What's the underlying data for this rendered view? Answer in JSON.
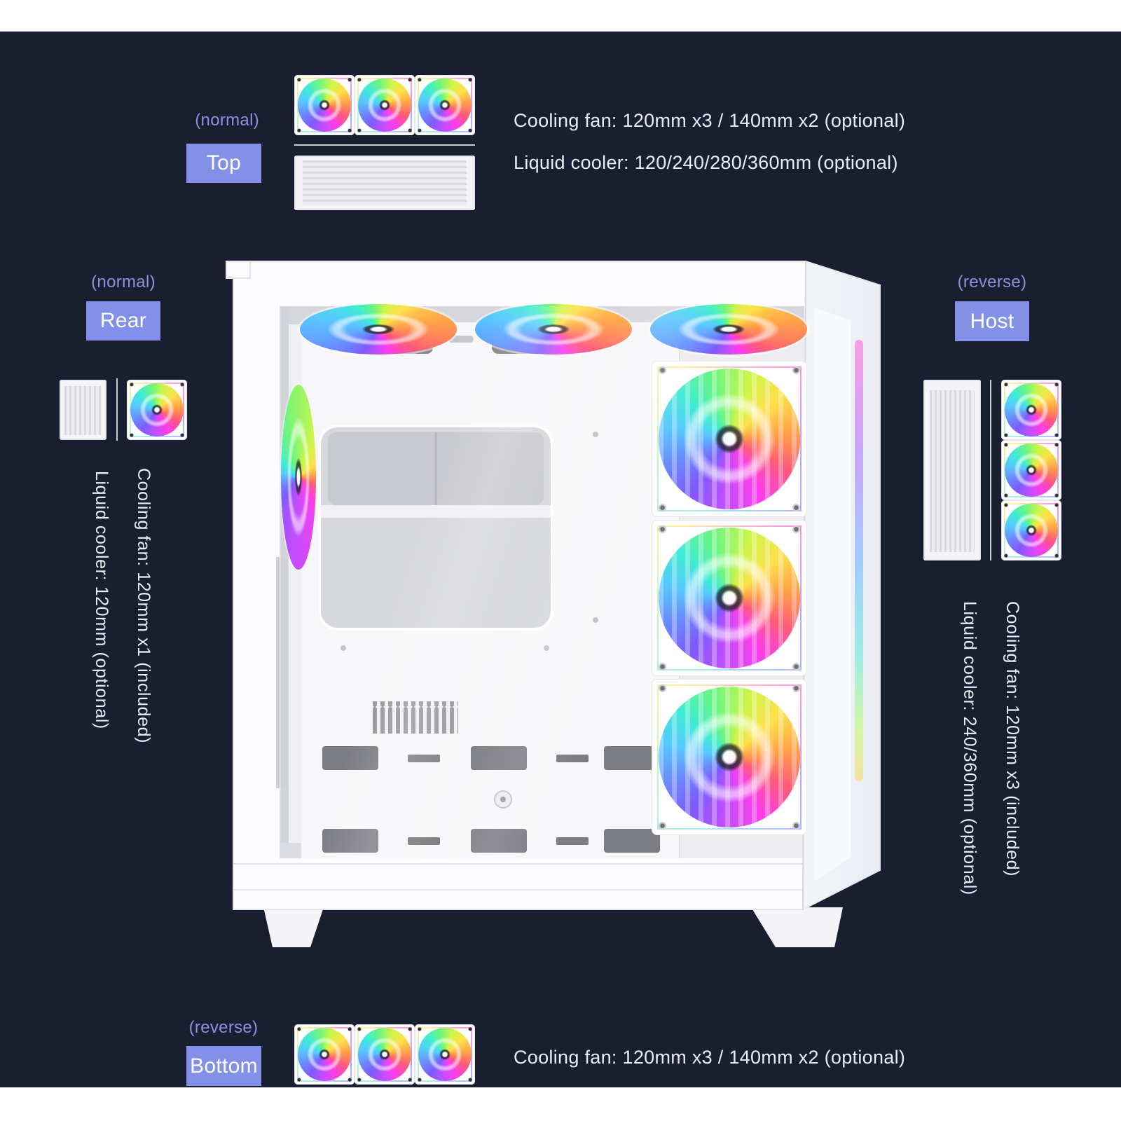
{
  "colors": {
    "bg": "#191e30",
    "accent": "#8390e8",
    "paren": "#8a93dc",
    "text": "#e9ecf4"
  },
  "callouts": {
    "top": {
      "orientation_label": "(normal)",
      "badge": "Top",
      "specs": [
        "Cooling fan: 120mm x3 / 140mm x2 (optional)",
        "Liquid cooler: 120/240/280/360mm (optional)"
      ]
    },
    "rear": {
      "orientation_label": "(normal)",
      "badge": "Rear",
      "specs": [
        "Cooling fan: 120mm x1 (included)",
        "Liquid cooler: 120mm (optional)"
      ]
    },
    "host": {
      "orientation_label": "(reverse)",
      "badge": "Host",
      "specs": [
        "Cooling fan: 120mm x3 (included)",
        "Liquid cooler: 240/360mm (optional)"
      ]
    },
    "bottom": {
      "orientation_label": "(reverse)",
      "badge": "Bottom",
      "specs": [
        "Cooling fan: 120mm x3 / 140mm x2 (optional)"
      ]
    }
  }
}
